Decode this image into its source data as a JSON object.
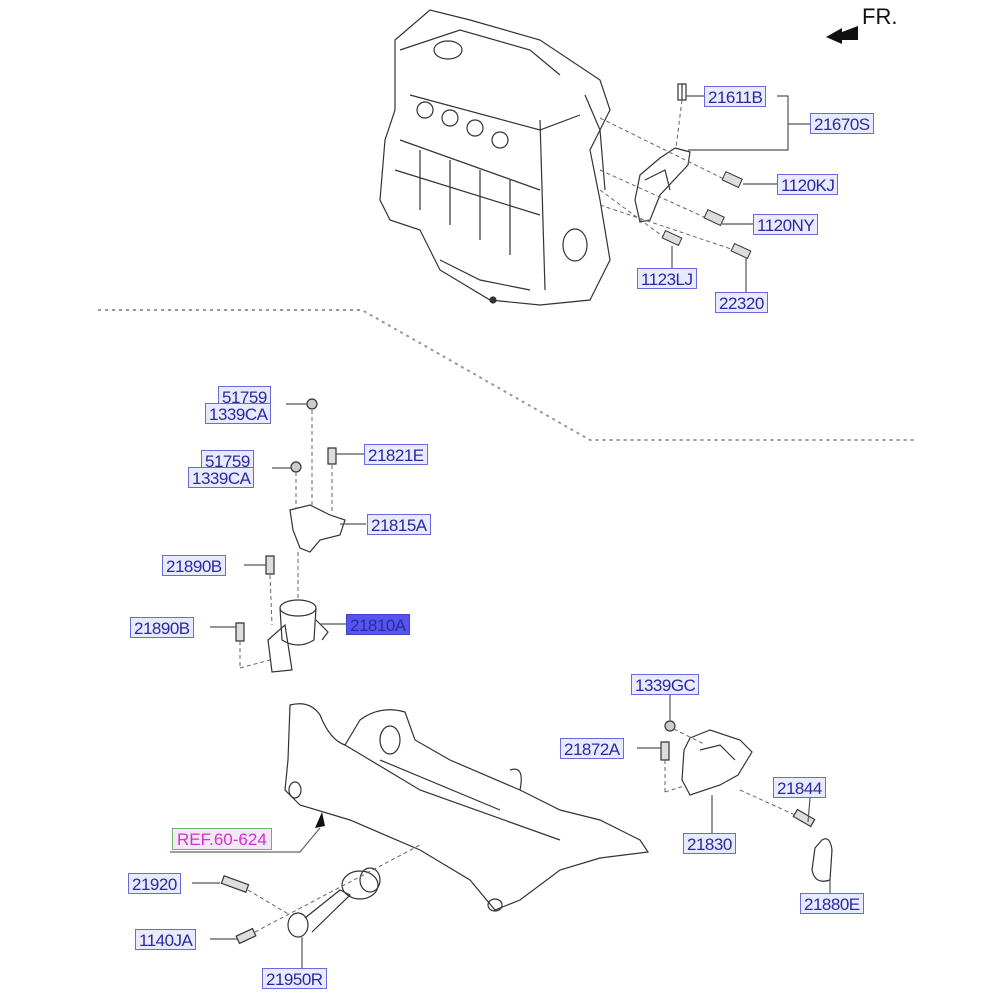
{
  "diagram": {
    "title": "Engine mounting parts diagram",
    "direction_indicator": "FR.",
    "reference": {
      "prefix": "REF.",
      "number": "60-624"
    },
    "colors": {
      "label_border": "#6a6ae0",
      "label_text": "#2a2aa0",
      "label_fill": "#e9e9ff",
      "highlight_fill": "#5555ee",
      "reference_text": "#d030d0",
      "reference_border": "#70b070"
    },
    "upper_group": {
      "labels": [
        "21611B",
        "21670S",
        "1120KJ",
        "1120NY",
        "1123LJ",
        "22320"
      ]
    },
    "left_mount_group": {
      "labels": [
        "51759",
        "1339CA",
        "51759",
        "1339CA",
        "21821E",
        "21815A",
        "21890B",
        "21890B",
        "21810A"
      ],
      "highlighted": "21810A"
    },
    "right_mount_group": {
      "labels": [
        "1339GC",
        "21872A",
        "21844",
        "21830",
        "21880E"
      ]
    },
    "rear_mount_group": {
      "labels": [
        "21920",
        "1140JA",
        "21950R"
      ]
    }
  }
}
